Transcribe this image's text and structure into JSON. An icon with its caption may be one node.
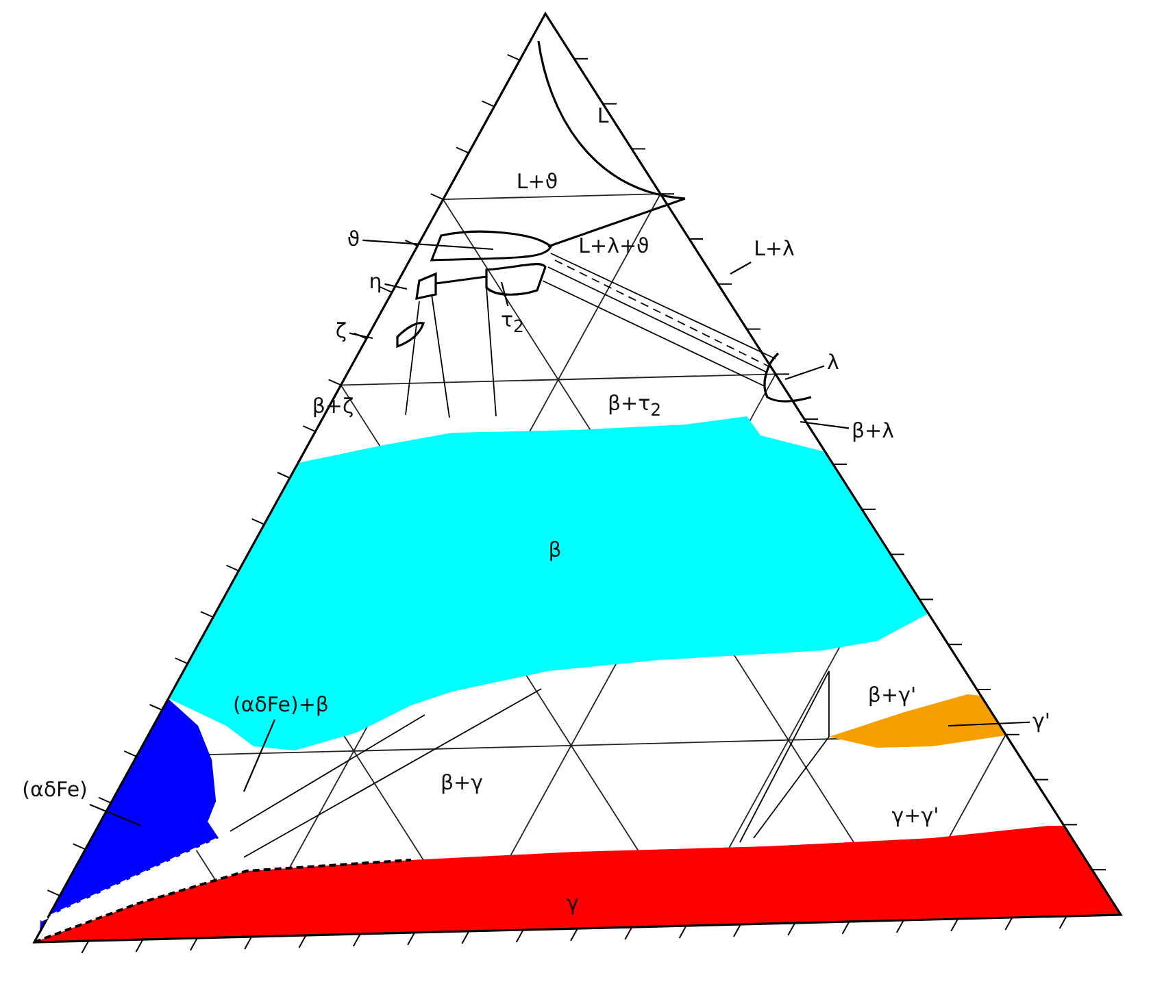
{
  "diagram": {
    "nodes": [
      {
        "text": [
          "ϑ"
        ]
      },
      {
        "text": [
          "η"
        ]
      },
      {
        "text": [
          "τ$_{2}$"
        ]
      },
      {
        "text": [
          "ζ"
        ]
      },
      {
        "text": [
          "L+λ"
        ]
      },
      {
        "text": [
          "λ"
        ]
      },
      {
        "text": [
          "β+λ"
        ]
      },
      {
        "text": [
          "β"
        ]
      },
      {
        "text": [
          "(αδFe)+β"
        ],
        "in": 7
      },
      {
        "text": [],
        "shape": "polygon"
      },
      {
        "text": [
          "γ'"
        ]
      },
      {
        "text": [
          "(αδFe)"
        ]
      },
      {
        "text": [],
        "shape": "polygon"
      },
      {
        "text": [
          "γ"
        ]
      }
    ],
    "edges": [
      {
        "from": 0,
        "to": null,
        "arrow": "none"
      },
      {
        "from": 1,
        "to": null,
        "arrow": "none"
      },
      {
        "from": 2,
        "to": null,
        "arrow": "none"
      },
      {
        "from": 3,
        "to": null,
        "arrow": "none"
      },
      {
        "from": 4,
        "to": null,
        "arrow": "none"
      },
      {
        "from": 5,
        "to": null,
        "arrow": "none"
      },
      {
        "from": 6,
        "to": null,
        "arrow": "none"
      },
      {
        "from": 8,
        "to": null,
        "arrow": "none"
      },
      {
        "from": 10,
        "to": 12,
        "arrow": "none"
      },
      {
        "from": 11,
        "to": 9,
        "arrow": "none"
      }
    ],
    "labels": [
      "L",
      "L+ϑ",
      "L+λ+ϑ",
      "β+ζ",
      "β+τ$_{2}$",
      "β+γ'",
      "β+γ",
      "γ+γ'"
    ]
  }
}
